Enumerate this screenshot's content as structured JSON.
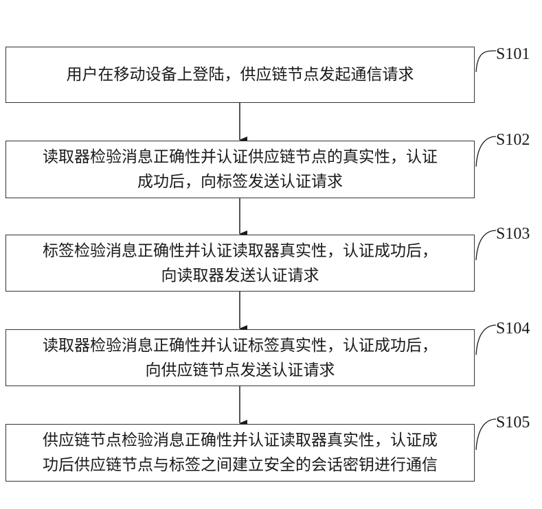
{
  "diagram": {
    "type": "flowchart",
    "steps": [
      {
        "id": "S101",
        "text": "用户在移动设备上登陆，供应链节点发起通信请求"
      },
      {
        "id": "S102",
        "text": "读取器检验消息正确性并认证供应链节点的真实性，认证成功后，向标签发送认证请求"
      },
      {
        "id": "S103",
        "text": "标签检验消息正确性并认证读取器真实性，认证成功后，向读取器发送认证请求"
      },
      {
        "id": "S104",
        "text": "读取器检验消息正确性并认证标签真实性，认证成功后，向供应链节点发送认证请求"
      },
      {
        "id": "S105",
        "text": "供应链节点检验消息正确性并认证读取器真实性，认证成功后供应链节点与标签之间建立安全的会话密钥进行通信"
      }
    ],
    "connections": [
      {
        "from": "S101",
        "to": "S102"
      },
      {
        "from": "S102",
        "to": "S103"
      },
      {
        "from": "S103",
        "to": "S104"
      },
      {
        "from": "S104",
        "to": "S105"
      }
    ]
  }
}
